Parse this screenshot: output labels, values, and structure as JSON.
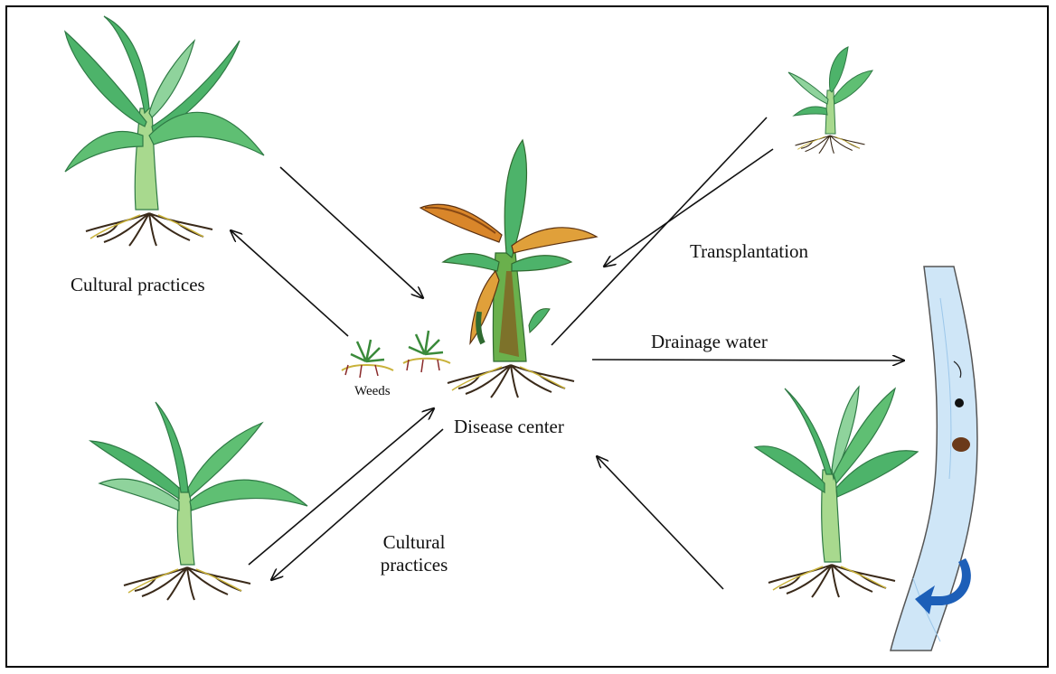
{
  "labels": {
    "cultural_practices_top": "Cultural practices",
    "weeds": "Weeds",
    "disease_center": "Disease center",
    "transplantation": "Transplantation",
    "drainage_water": "Drainage water",
    "cultural_practices_bottom_line1": "Cultural",
    "cultural_practices_bottom_line2": "practices"
  },
  "colors": {
    "leaf": "#4db36a",
    "leaf_light": "#8fd39c",
    "stem": "#a8d98e",
    "root": "#3a2a1a",
    "root_yellow": "#c9b23a",
    "disease_orange": "#d9862a",
    "disease_brown": "#8a4a14",
    "water": "#cfe6f7",
    "water_arrow": "#1d5fb8"
  }
}
